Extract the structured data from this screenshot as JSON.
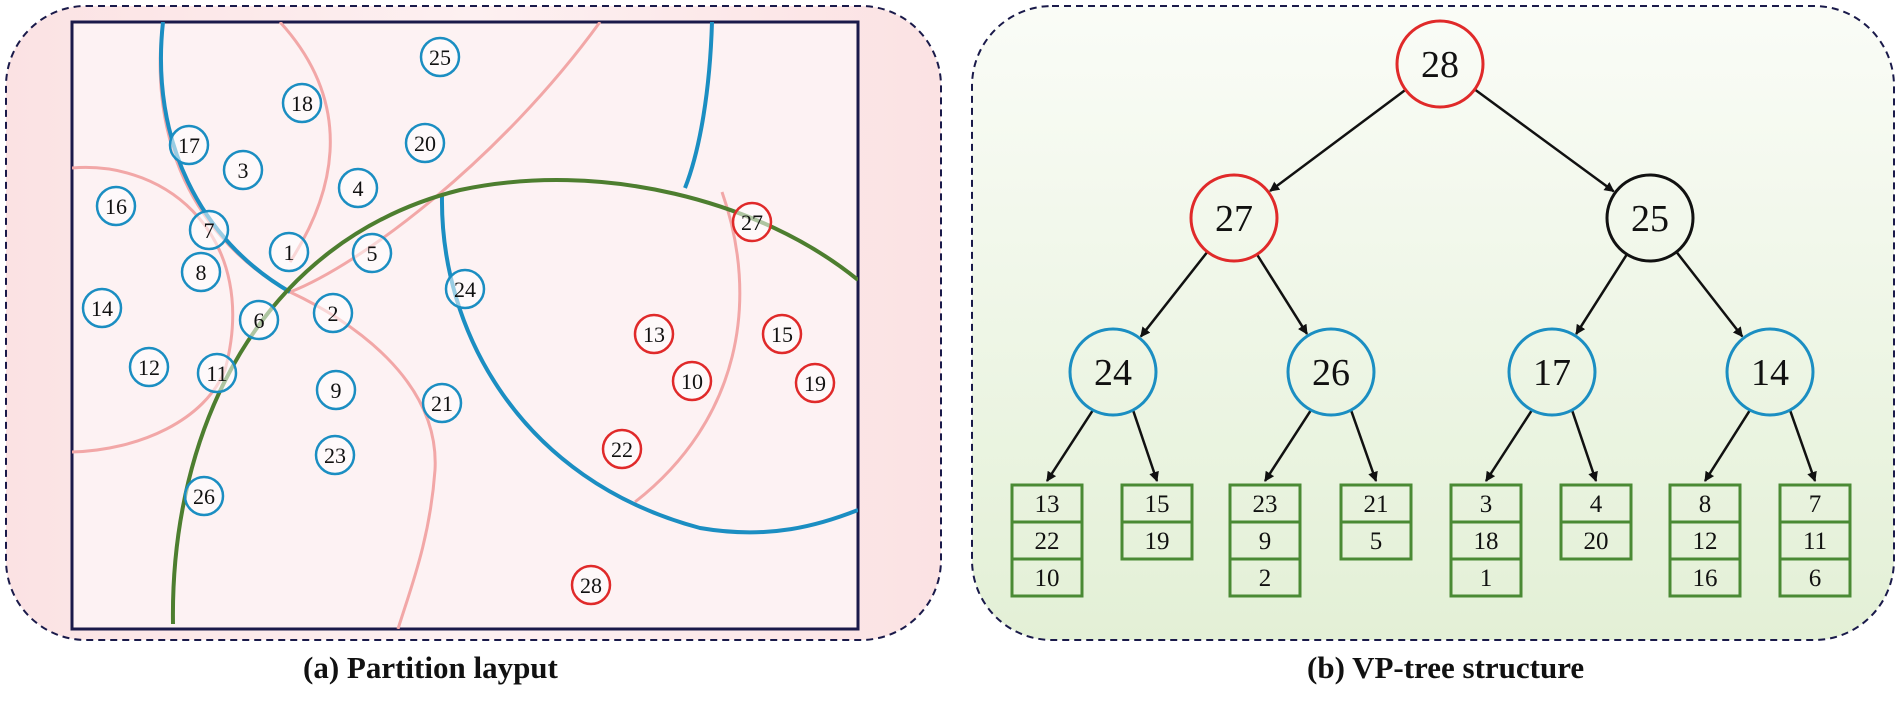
{
  "captions": {
    "partition": "(a) Partition layput",
    "tree": "(b) VP-tree structure"
  },
  "colors": {
    "blue": "#1b8ec2",
    "red": "#e02a2a",
    "pink_curve": "#f2a7a7",
    "green_curve": "#4d7e2f",
    "box_green": "#4a8a34",
    "frame": "#1a1a4a",
    "panel_a_fill": "#fbe4e5",
    "panel_b_fill": "#eef6e6"
  },
  "partition": {
    "points": [
      {
        "label": "25",
        "color": "blue"
      },
      {
        "label": "18",
        "color": "blue"
      },
      {
        "label": "17",
        "color": "blue"
      },
      {
        "label": "20",
        "color": "blue"
      },
      {
        "label": "3",
        "color": "blue"
      },
      {
        "label": "4",
        "color": "blue"
      },
      {
        "label": "16",
        "color": "blue"
      },
      {
        "label": "7",
        "color": "blue"
      },
      {
        "label": "27",
        "color": "red"
      },
      {
        "label": "1",
        "color": "blue"
      },
      {
        "label": "5",
        "color": "blue"
      },
      {
        "label": "8",
        "color": "blue"
      },
      {
        "label": "24",
        "color": "blue"
      },
      {
        "label": "14",
        "color": "blue"
      },
      {
        "label": "6",
        "color": "blue"
      },
      {
        "label": "2",
        "color": "blue"
      },
      {
        "label": "13",
        "color": "red"
      },
      {
        "label": "15",
        "color": "red"
      },
      {
        "label": "12",
        "color": "blue"
      },
      {
        "label": "11",
        "color": "blue"
      },
      {
        "label": "10",
        "color": "red"
      },
      {
        "label": "19",
        "color": "red"
      },
      {
        "label": "9",
        "color": "blue"
      },
      {
        "label": "21",
        "color": "blue"
      },
      {
        "label": "22",
        "color": "red"
      },
      {
        "label": "23",
        "color": "blue"
      },
      {
        "label": "26",
        "color": "blue"
      },
      {
        "label": "28",
        "color": "red"
      }
    ]
  },
  "tree": {
    "nodes": [
      {
        "label": "28",
        "ring": "red"
      },
      {
        "label": "27",
        "ring": "red"
      },
      {
        "label": "25",
        "ring": "black"
      },
      {
        "label": "24",
        "ring": "blue"
      },
      {
        "label": "26",
        "ring": "blue"
      },
      {
        "label": "17",
        "ring": "blue"
      },
      {
        "label": "14",
        "ring": "blue"
      }
    ],
    "edges": [
      {
        "from": "28",
        "to": "27"
      },
      {
        "from": "28",
        "to": "25"
      },
      {
        "from": "27",
        "to": "24"
      },
      {
        "from": "27",
        "to": "26"
      },
      {
        "from": "25",
        "to": "17"
      },
      {
        "from": "25",
        "to": "14"
      }
    ],
    "leaves": [
      {
        "parent": "24",
        "items": [
          "13",
          "22",
          "10"
        ]
      },
      {
        "parent": "24",
        "items": [
          "15",
          "19"
        ]
      },
      {
        "parent": "26",
        "items": [
          "23",
          "9",
          "2"
        ]
      },
      {
        "parent": "26",
        "items": [
          "21",
          "5"
        ]
      },
      {
        "parent": "17",
        "items": [
          "3",
          "18",
          "1"
        ]
      },
      {
        "parent": "17",
        "items": [
          "4",
          "20"
        ]
      },
      {
        "parent": "14",
        "items": [
          "8",
          "12",
          "16"
        ]
      },
      {
        "parent": "14",
        "items": [
          "7",
          "11",
          "6"
        ]
      }
    ]
  }
}
